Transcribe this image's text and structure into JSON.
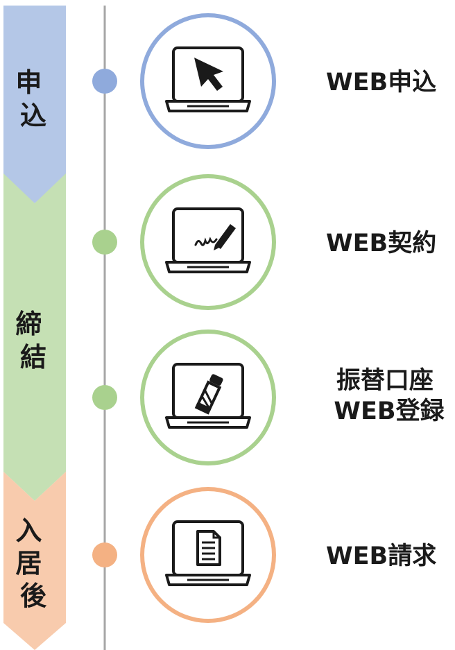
{
  "phases": [
    {
      "label": "申込",
      "color": "#B4C7E7"
    },
    {
      "label": "締結",
      "color": "#C5E0B4"
    },
    {
      "label": "入居後",
      "color": "#F8CBAD"
    }
  ],
  "timeline": {
    "line_color": "#A6A6A6"
  },
  "steps": [
    {
      "label": "WEB申込",
      "icon": "cursor-icon",
      "ring_color": "#8FAADC",
      "dot_color": "#8FAADC"
    },
    {
      "label": "WEB契約",
      "icon": "pen-sign-icon",
      "ring_color": "#A9D18E",
      "dot_color": "#A9D18E"
    },
    {
      "label_lines": [
        "振替口座",
        "WEB登録"
      ],
      "icon": "stamp-icon",
      "ring_color": "#A9D18E",
      "dot_color": "#A9D18E"
    },
    {
      "label": "WEB請求",
      "icon": "document-icon",
      "ring_color": "#F4B183",
      "dot_color": "#F4B183"
    }
  ]
}
